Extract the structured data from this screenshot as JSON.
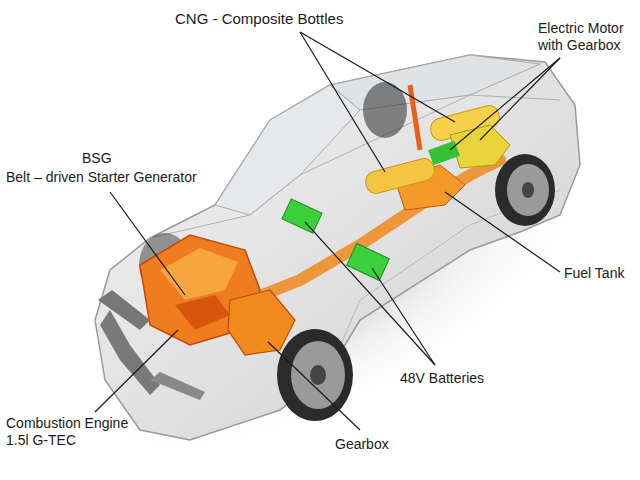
{
  "diagram": {
    "labels": [
      "CNG - Composite Bottles",
      "Electric Motor with Gearbox",
      "BSG",
      "Belt – driven Starter Generator",
      "Fuel Tank",
      "48V Batteries",
      "Gearbox",
      "Combustion Engine 1.5l G-TEC"
    ]
  }
}
